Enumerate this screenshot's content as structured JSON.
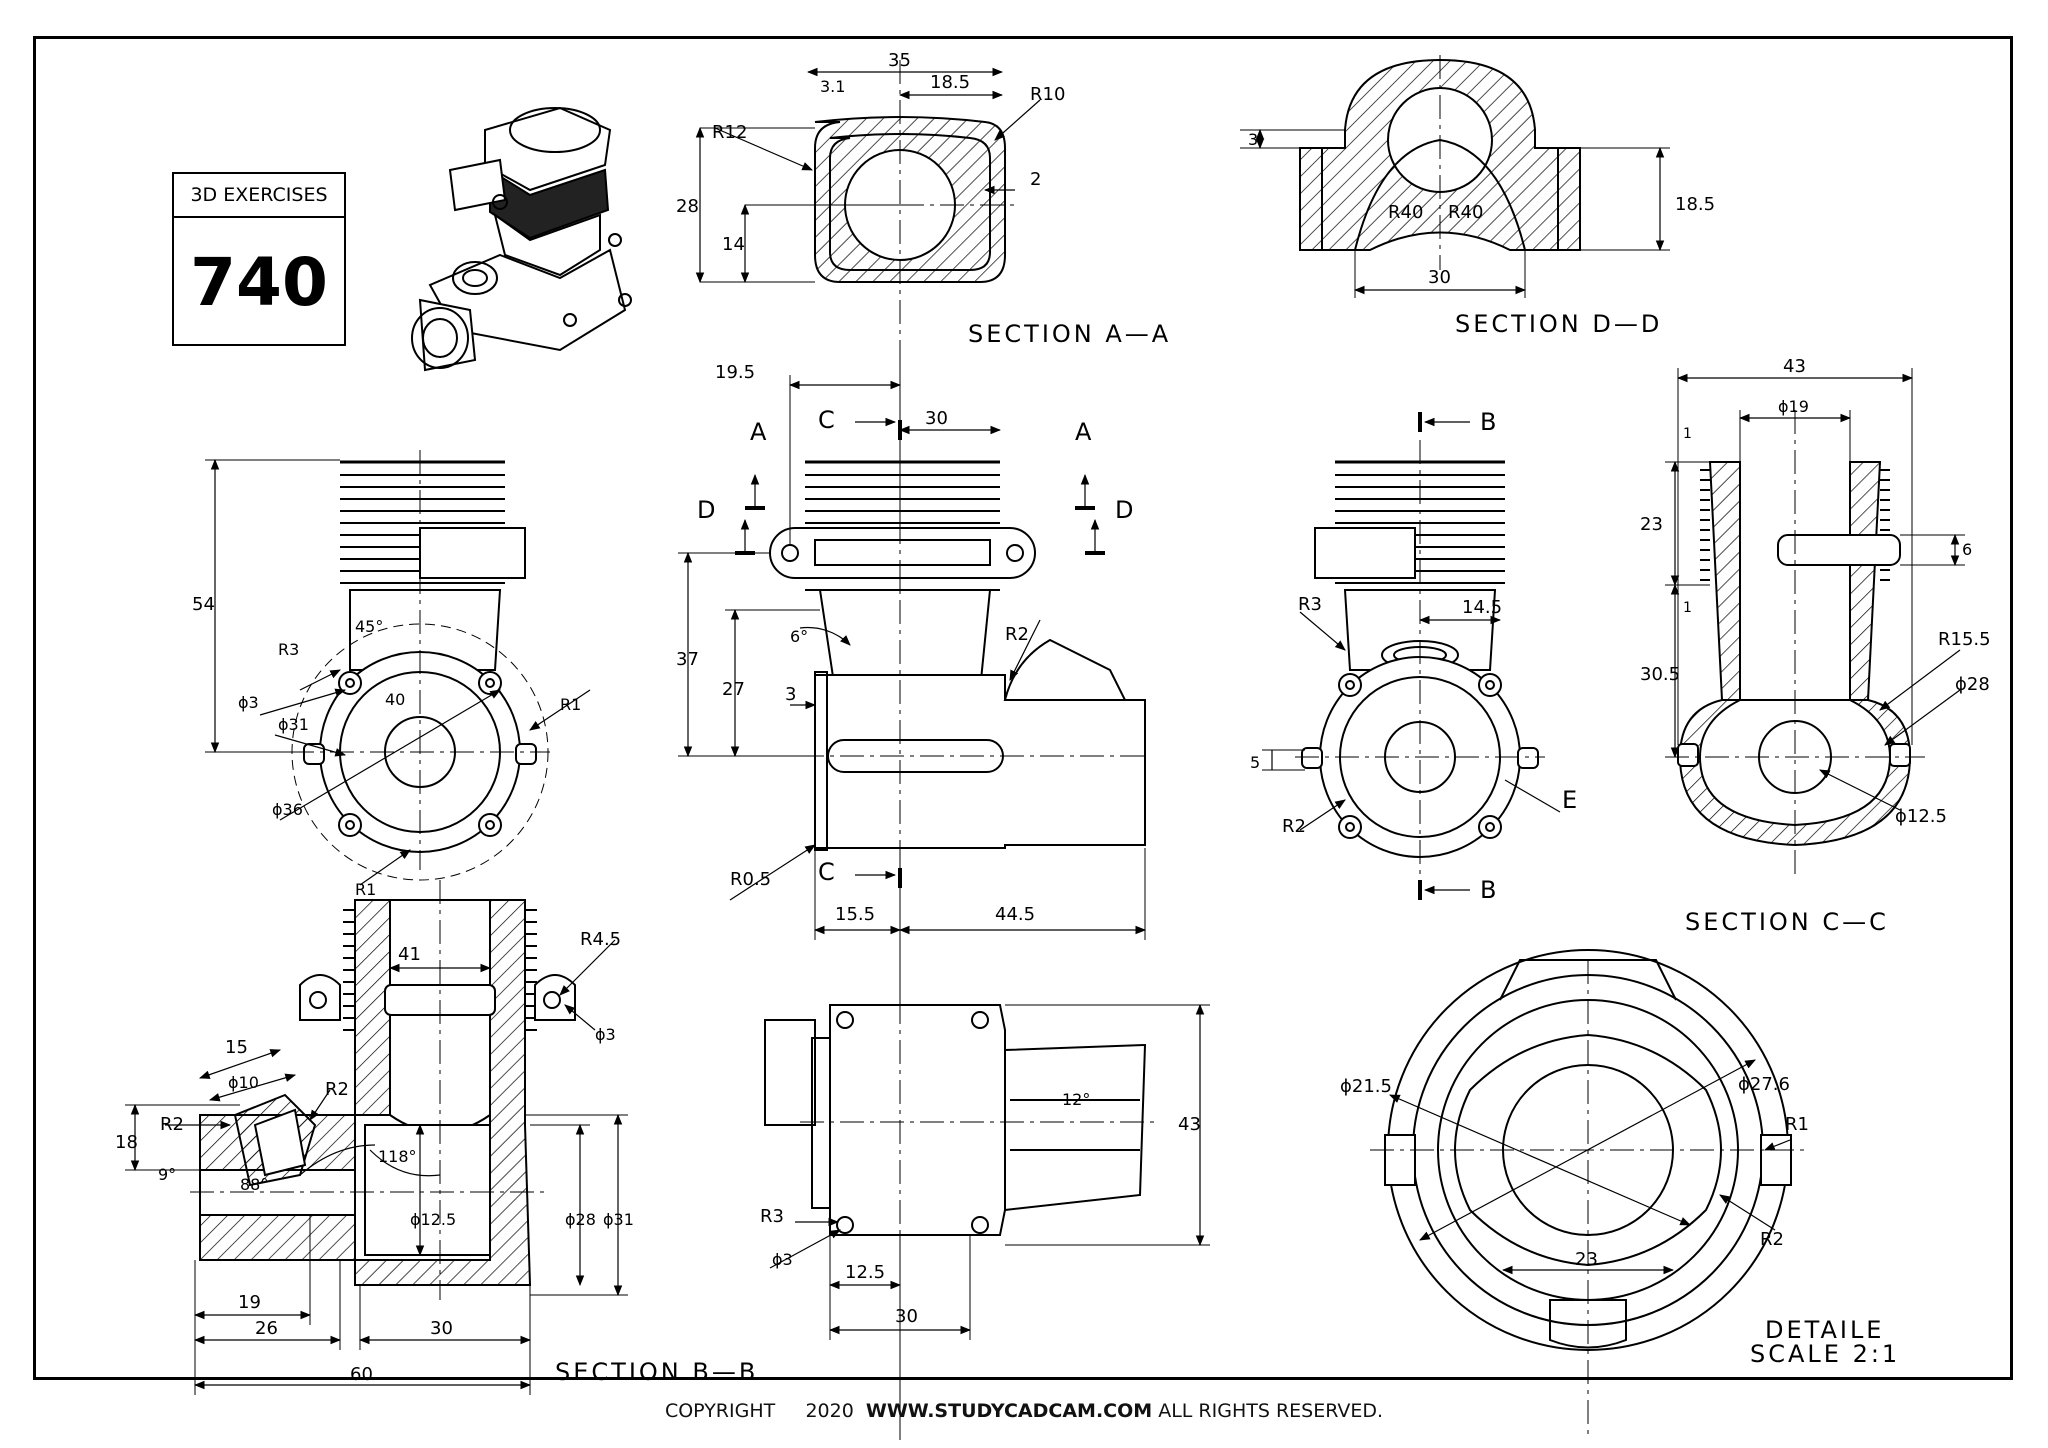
{
  "badge": {
    "label": "3D EXERCISES",
    "number": "740"
  },
  "copyright": {
    "prefix": "COPYRIGHT",
    "year": "2020",
    "site": "WWW.STUDYCADCAM.COM",
    "suffix": "ALL RIGHTS RESERVED."
  },
  "sections": {
    "aa": "SECTION A—A",
    "dd": "SECTION D—D",
    "cc": "SECTION C—C",
    "bb": "SECTION B—B",
    "detail_line1": "DETAILE",
    "detail_line2": "SCALE 2:1"
  },
  "markers": {
    "a": "A",
    "b": "B",
    "c": "C",
    "d": "D",
    "e": "E"
  },
  "dims": {
    "aa_35": "35",
    "aa_185": "18.5",
    "aa_31": "3.1",
    "aa_r10": "R10",
    "aa_r12": "R12",
    "aa_2": "2",
    "aa_28": "28",
    "aa_14": "14",
    "dd_3": "3",
    "dd_185": "18.5",
    "dd_r40a": "R40",
    "dd_r40b": "R40",
    "dd_30": "30",
    "lv_54": "54",
    "lv_45deg": "45°",
    "lv_r3": "R3",
    "lv_phi3": "ϕ3",
    "lv_phi31": "ϕ31",
    "lv_40": "40",
    "lv_phi36": "ϕ36",
    "lv_r1a": "R1",
    "lv_r1b": "R1",
    "fv_195": "19.5",
    "fv_30": "30",
    "fv_37": "37",
    "fv_27": "27",
    "fv_6deg": "6°",
    "fv_3": "3",
    "fv_r2": "R2",
    "fv_r05": "R0.5",
    "fv_155": "15.5",
    "fv_445": "44.5",
    "rv_r3": "R3",
    "rv_145": "14.5",
    "rv_5": "5",
    "rv_r2": "R2",
    "cc_43": "43",
    "cc_phi19": "ϕ19",
    "cc_1a": "1",
    "cc_23": "23",
    "cc_1b": "1",
    "cc_305": "30.5",
    "cc_6": "6",
    "cc_r155": "R15.5",
    "cc_phi28": "ϕ28",
    "cc_phi125": "ϕ12.5",
    "bb_41": "41",
    "bb_r45": "R4.5",
    "bb_phi3": "ϕ3",
    "bb_15": "15",
    "bb_phi10": "ϕ10",
    "bb_r2a": "R2",
    "bb_r2b": "R2",
    "bb_18": "18",
    "bb_9deg": "9°",
    "bb_88deg": "88°",
    "bb_118deg": "118°",
    "bb_phi125": "ϕ12.5",
    "bb_phi28": "ϕ28",
    "bb_phi31": "ϕ31",
    "bb_19": "19",
    "bb_26": "26",
    "bb_30": "30",
    "bb_60": "60",
    "tv_12deg": "12°",
    "tv_43": "43",
    "tv_r3": "R3",
    "tv_phi3": "ϕ3",
    "tv_125": "12.5",
    "tv_30": "30",
    "dt_phi215": "ϕ21.5",
    "dt_phi276": "ϕ27.6",
    "dt_r1": "R1",
    "dt_r2": "R2",
    "dt_23": "23"
  }
}
